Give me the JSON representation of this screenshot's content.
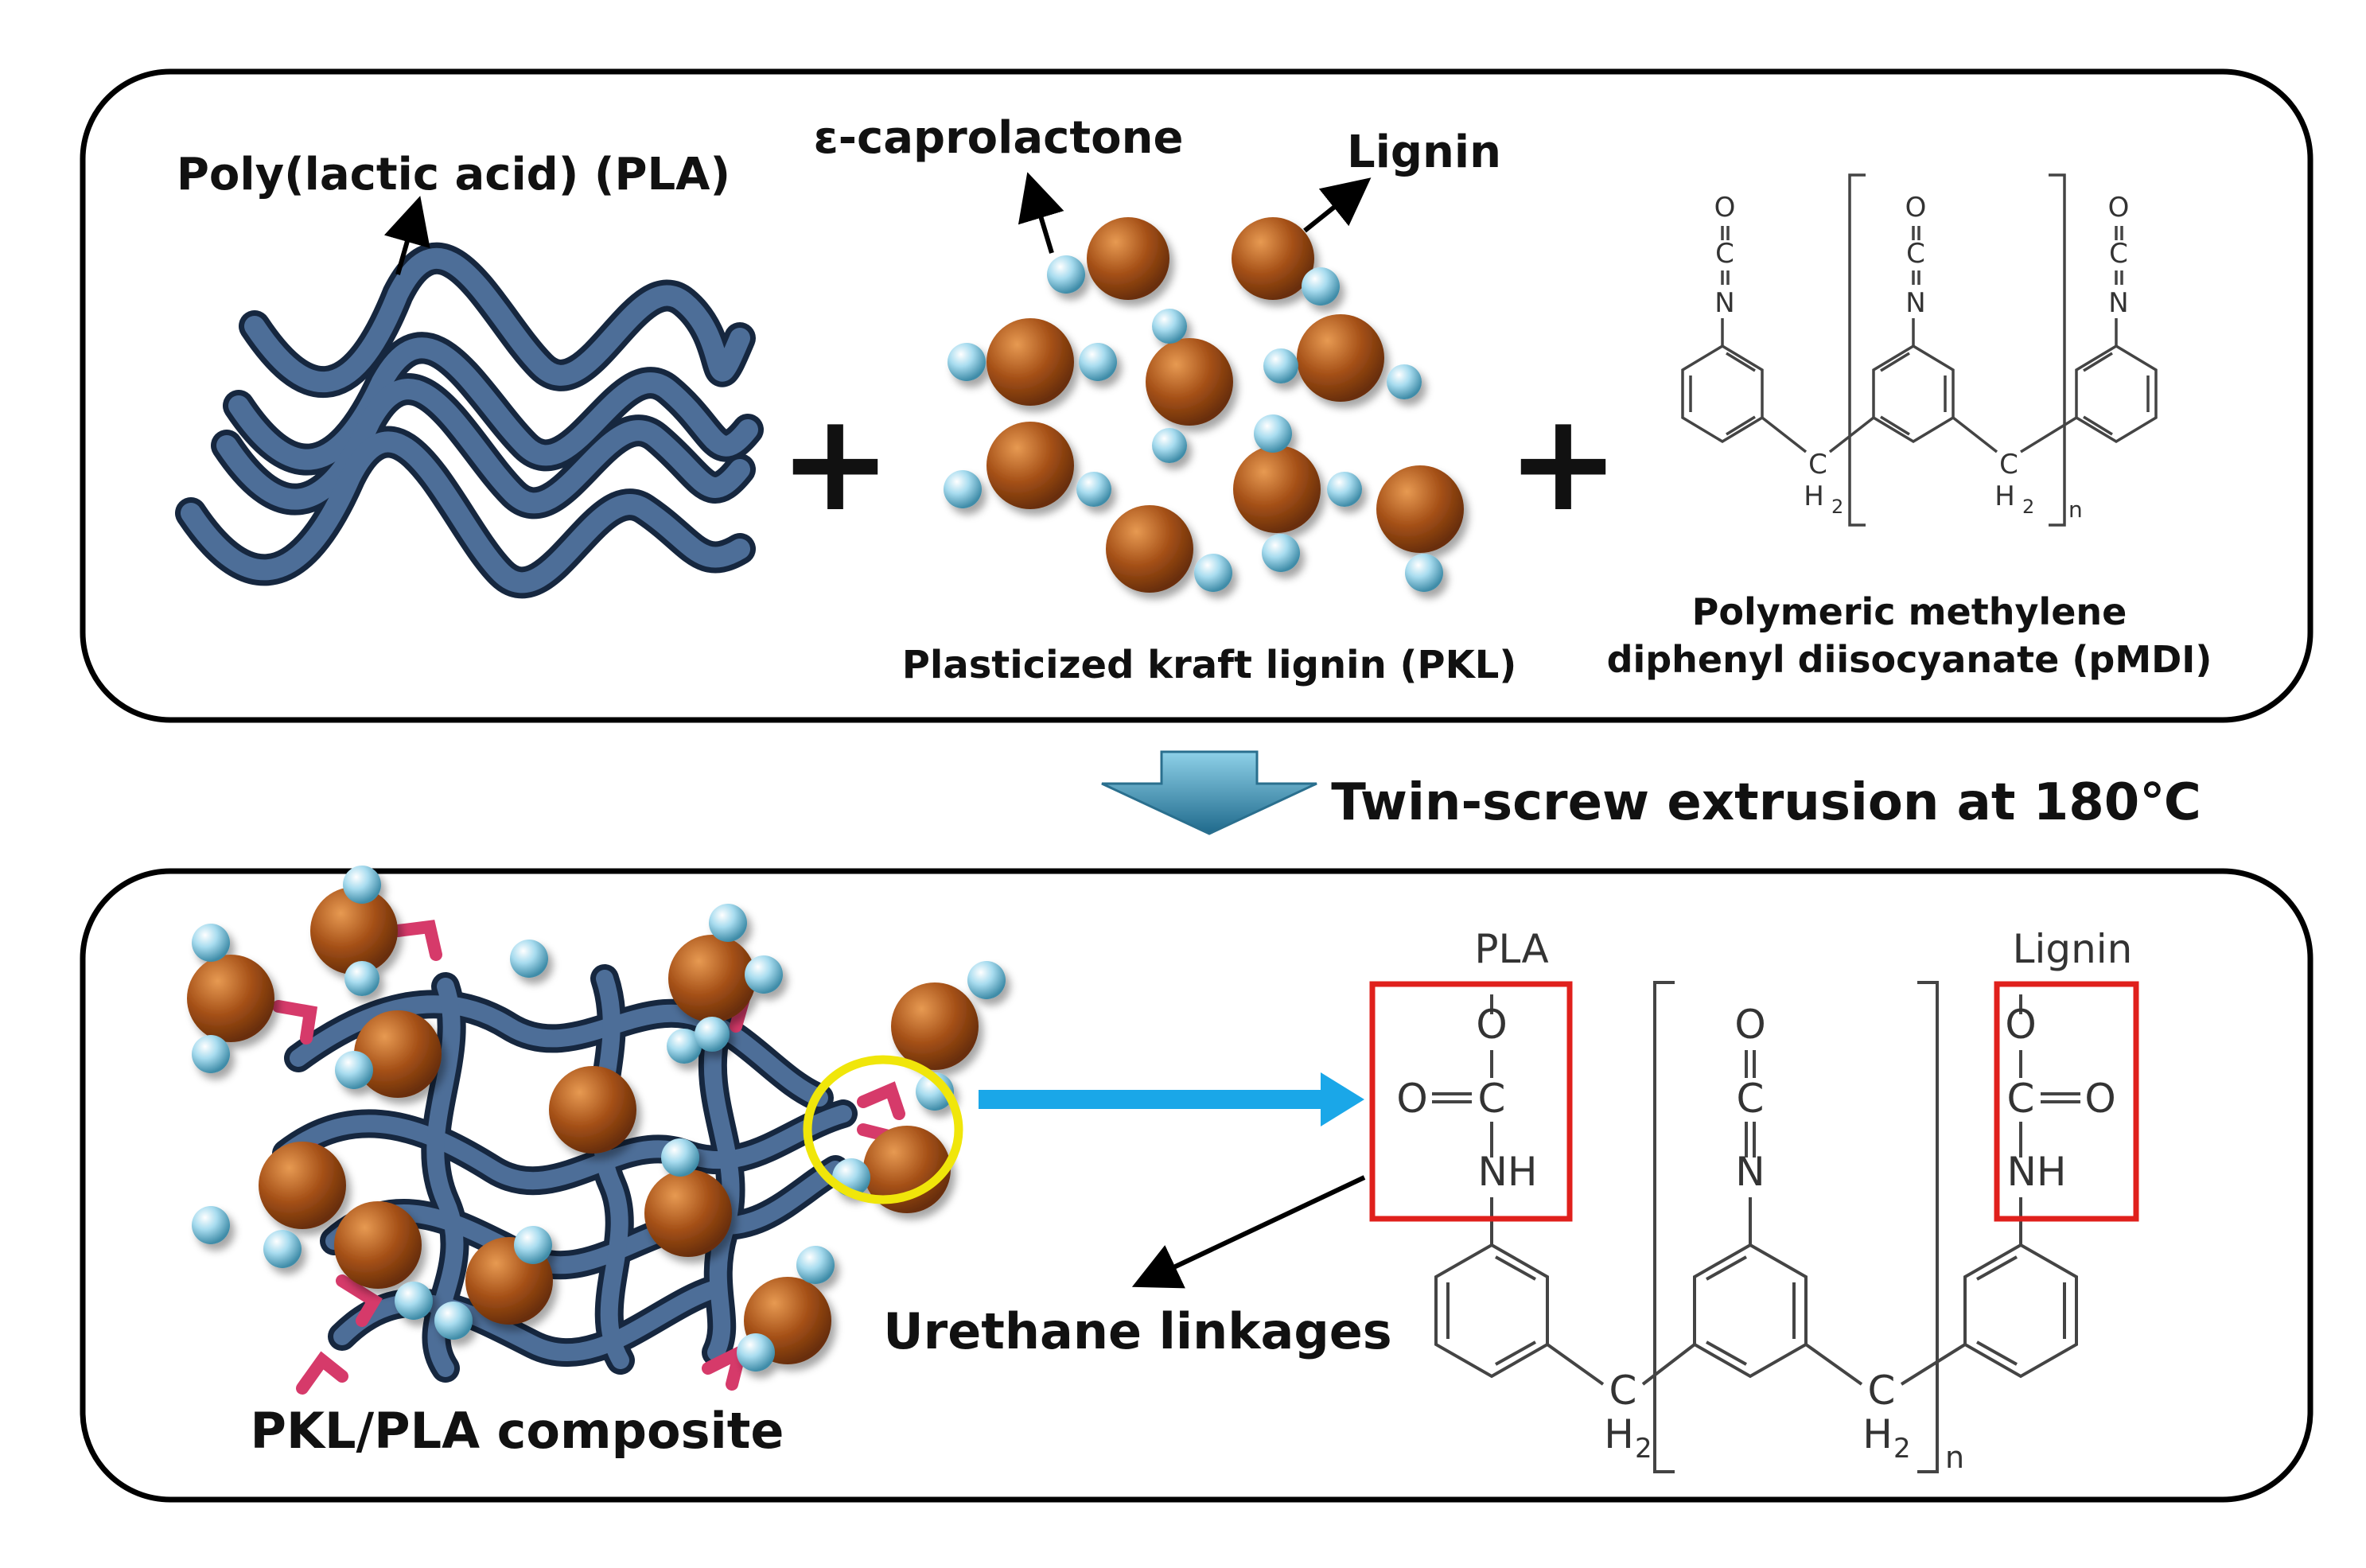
{
  "top_panel": {
    "pla_label": "Poly(lactic acid) (PLA)",
    "caprolactone_label": "ε-caprolactone",
    "lignin_label": "Lignin",
    "plus_sign": "+",
    "pkl_caption": "Plasticized kraft lignin (PKL)",
    "pmdi_caption_line1": "Polymeric methylene",
    "pmdi_caption_line2": "diphenyl diisocyanate (pMDI)",
    "pmdi_atoms": {
      "O": "O",
      "C": "C",
      "N": "N",
      "CH2_C": "C",
      "CH2_H": "H",
      "CH2_sub": "2",
      "repeat_n": "n"
    }
  },
  "process": {
    "label": "Twin-screw extrusion at 180℃"
  },
  "bottom_panel": {
    "composite_caption": "PKL/PLA composite",
    "urethane_label": "Urethane linkages",
    "pla_end": "PLA",
    "lignin_end": "Lignin",
    "atoms": {
      "O": "O",
      "C": "C",
      "N": "N",
      "NH": "NH",
      "CH2_C": "C",
      "CH2_H": "H",
      "CH2_sub": "2",
      "repeat_n": "n"
    }
  },
  "colors": {
    "panel_border": "#000000",
    "pla_chain": "#3d5a80",
    "lignin_sphere": "#a0501c",
    "caprolactone_sphere": "#8ecae6",
    "urethane_link": "#d63a6a",
    "highlight_circle": "#f0e60a",
    "highlight_box": "#e0201c",
    "process_arrow": "#2e7fa0",
    "connector_arrow": "#1aa7e8"
  }
}
